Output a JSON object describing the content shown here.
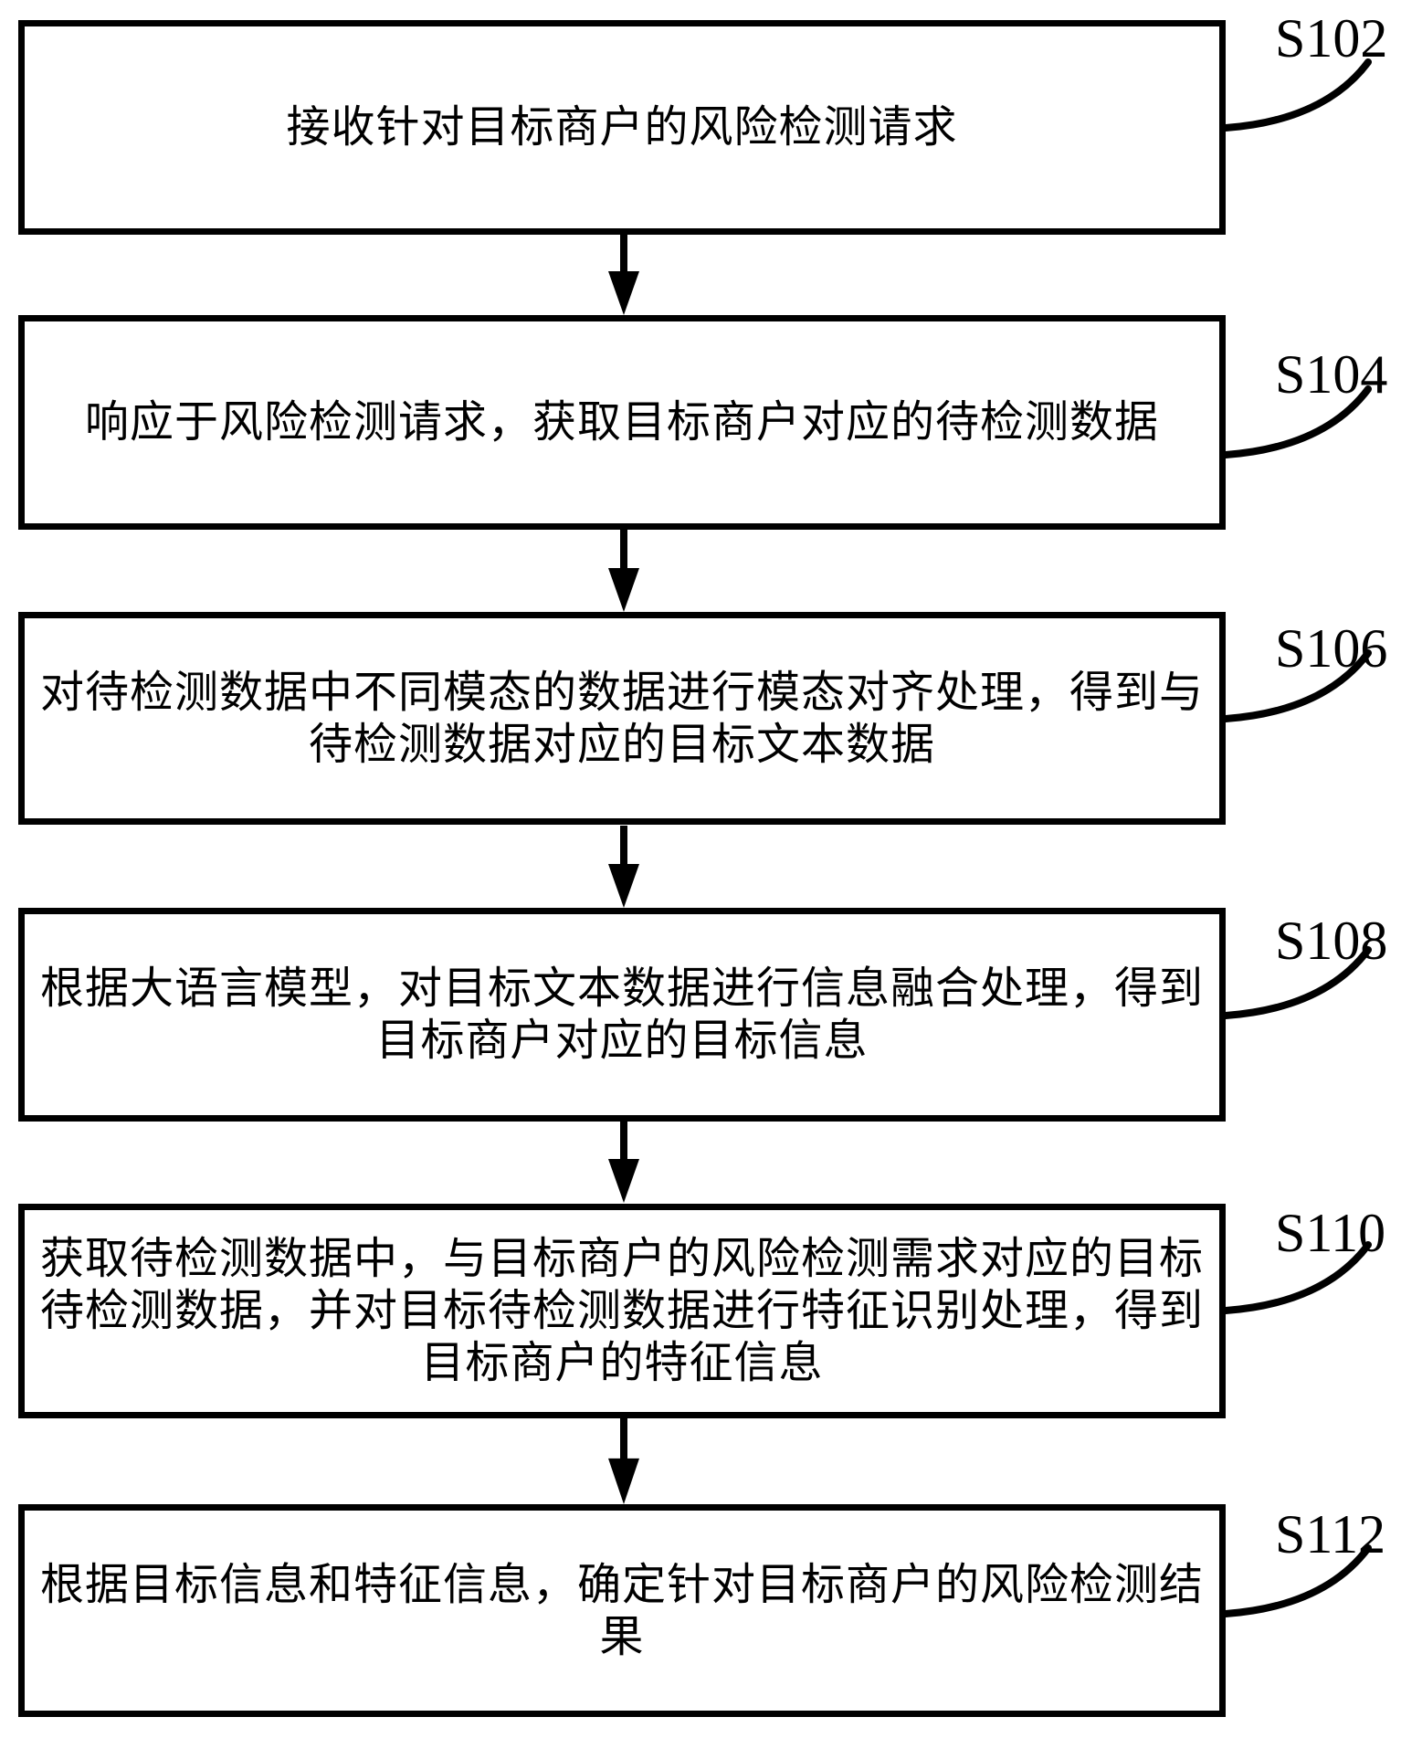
{
  "figure": {
    "type": "flowchart",
    "ink_color": "#000000",
    "background_color": "#ffffff"
  },
  "steps": [
    {
      "id": "S102",
      "lines": [
        "接收针对目标商户的风险检测请求"
      ]
    },
    {
      "id": "S104",
      "lines": [
        "响应于风险检测请求，获取目标商户对应的待检测数据"
      ]
    },
    {
      "id": "S106",
      "lines": [
        "对待检测数据中不同模态的数据进行模态对齐处理，得到与",
        "待检测数据对应的目标文本数据"
      ]
    },
    {
      "id": "S108",
      "lines": [
        "根据大语言模型，对目标文本数据进行信息融合处理，得到",
        "目标商户对应的目标信息"
      ]
    },
    {
      "id": "S110",
      "lines": [
        "获取待检测数据中，与目标商户的风险检测需求对应的目标",
        "待检测数据，并对目标待检测数据进行特征识别处理，得到",
        "目标商户的特征信息"
      ]
    },
    {
      "id": "S112",
      "lines": [
        "根据目标信息和特征信息，确定针对目标商户的风险检测结",
        "果"
      ]
    }
  ]
}
